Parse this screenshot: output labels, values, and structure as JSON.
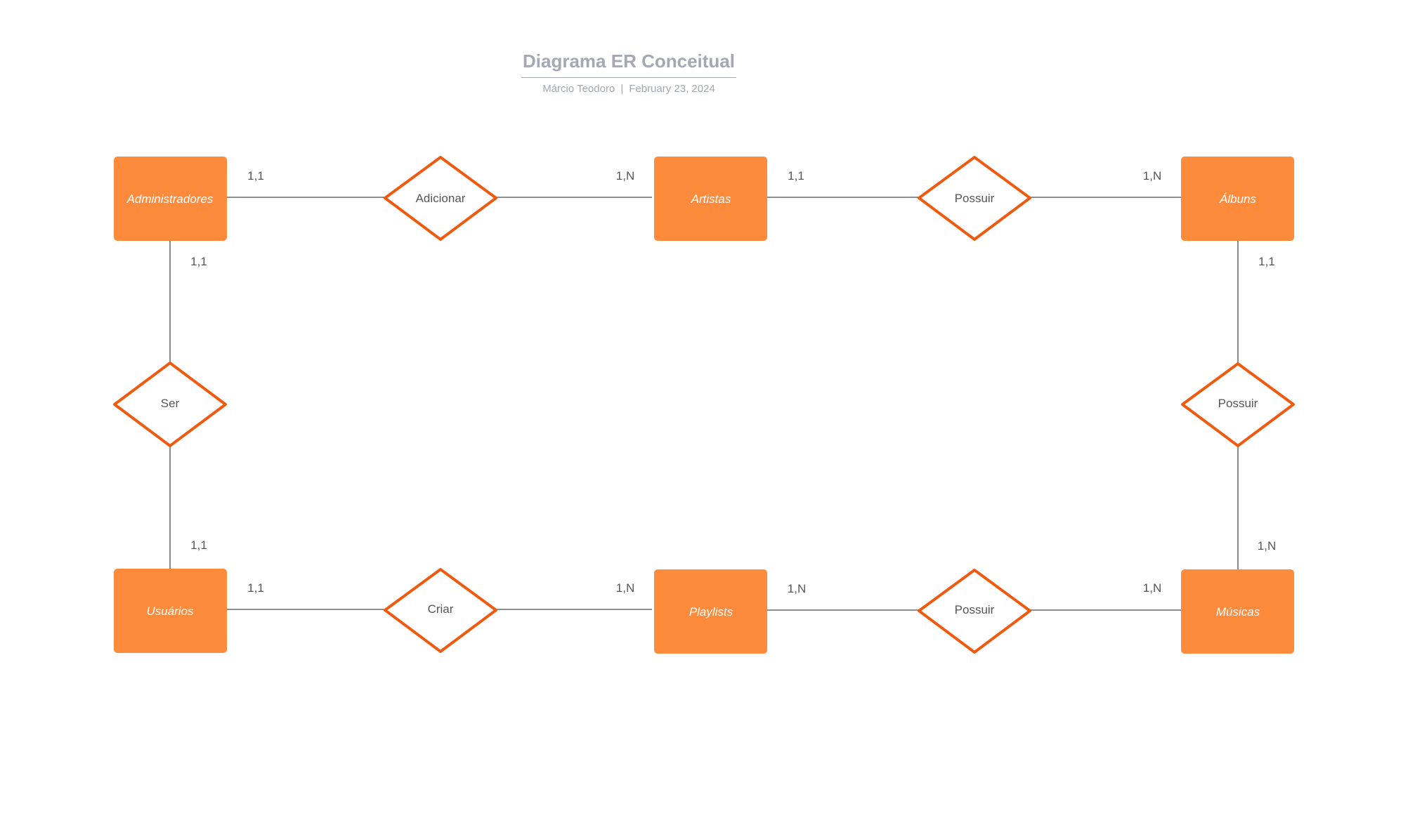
{
  "header": {
    "title": "Diagrama ER Conceitual",
    "author": "Márcio Teodoro",
    "separator": "|",
    "date": "February 23, 2024"
  },
  "colors": {
    "entity_fill": "#fe8a3c",
    "relation_stroke": "#f05a0f",
    "line": "#4b4b4b",
    "cardinality_text": "#555555",
    "header_text": "#a3a8b4"
  },
  "entities": {
    "administradores": "Administradores",
    "artistas": "Artistas",
    "albuns": "Álbuns",
    "usuarios": "Usuários",
    "playlists": "Playlists",
    "musicas": "Músicas"
  },
  "relationships": {
    "adicionar": "Adicionar",
    "possuir_top": "Possuir",
    "ser": "Ser",
    "possuir_right": "Possuir",
    "criar": "Criar",
    "possuir_bottom": "Possuir"
  },
  "cardinalities": {
    "adm_adicionar": "1,1",
    "adicionar_artistas": "1,N",
    "artistas_possuir": "1,1",
    "possuir_albuns": "1,N",
    "adm_ser": "1,1",
    "ser_usuarios": "1,1",
    "albuns_possuir": "1,1",
    "possuir_musicas": "1,N",
    "usuarios_criar": "1,1",
    "criar_playlists": "1,N",
    "playlists_possuir": "1,N",
    "possuir_musicas_bottom": "1,N"
  }
}
